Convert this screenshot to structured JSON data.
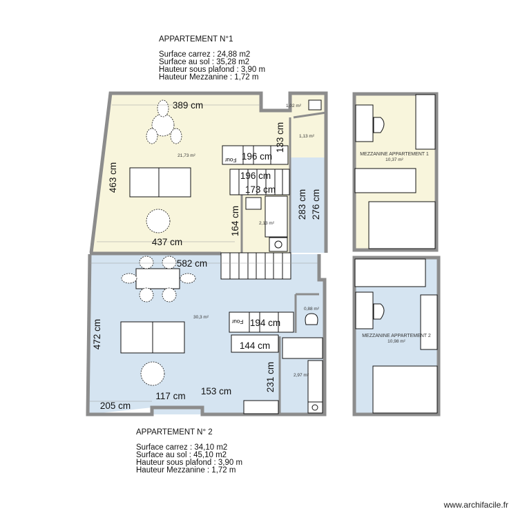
{
  "apartment1": {
    "title": "APPARTEMENT N°1",
    "lines": [
      "Surface carrez : 24,88 m2",
      "Surface au sol : 35,28 m2",
      "Hauteur sous plafond : 3,90 m",
      "Hauteur Mezzanine : 1,72 m"
    ]
  },
  "apartment2": {
    "title": "APPARTEMENT N° 2",
    "lines": [
      "Surface carrez : 34,10 m2",
      "Surface au sol : 45,10 m2",
      "Hauteur sous plafond : 3,90 m",
      "Hauteur Mezzanine : 1,72 m"
    ]
  },
  "colors": {
    "apartment1_fill": "#f8f5dc",
    "apartment2_fill": "#d5e4f1",
    "wall": "#8c8c8c"
  },
  "areas": {
    "living1": "21,73 m²",
    "wc1": "1,02 m²",
    "room1": "1,13 m²",
    "bath1": "2,13 m²",
    "living2": "30,3 m²",
    "wc2": "0,88 m²",
    "bath2": "2,97 m²"
  },
  "mezzanines": [
    {
      "name": "MEZZANINE APPARTEMENT 1",
      "area": "10,37 m²"
    },
    {
      "name": "MEZZANINE APPARTEMENT 2",
      "area": "10,98 m²"
    }
  ],
  "dimensions": {
    "d389": "389 cm",
    "d463": "463 cm",
    "d437": "437 cm",
    "d164": "164 cm",
    "d196a": "196 cm",
    "d196b": "196 cm",
    "d173": "173 cm",
    "d133": "133 cm",
    "d283": "283 cm",
    "d276": "276 cm",
    "d582": "582 cm",
    "d472": "472 cm",
    "d194": "194 cm",
    "d144": "144 cm",
    "d231": "231 cm",
    "d153": "153 cm",
    "d117": "117 cm",
    "d205": "205 cm"
  },
  "oven_label": "Four",
  "watermark": "www.archifacile.fr"
}
